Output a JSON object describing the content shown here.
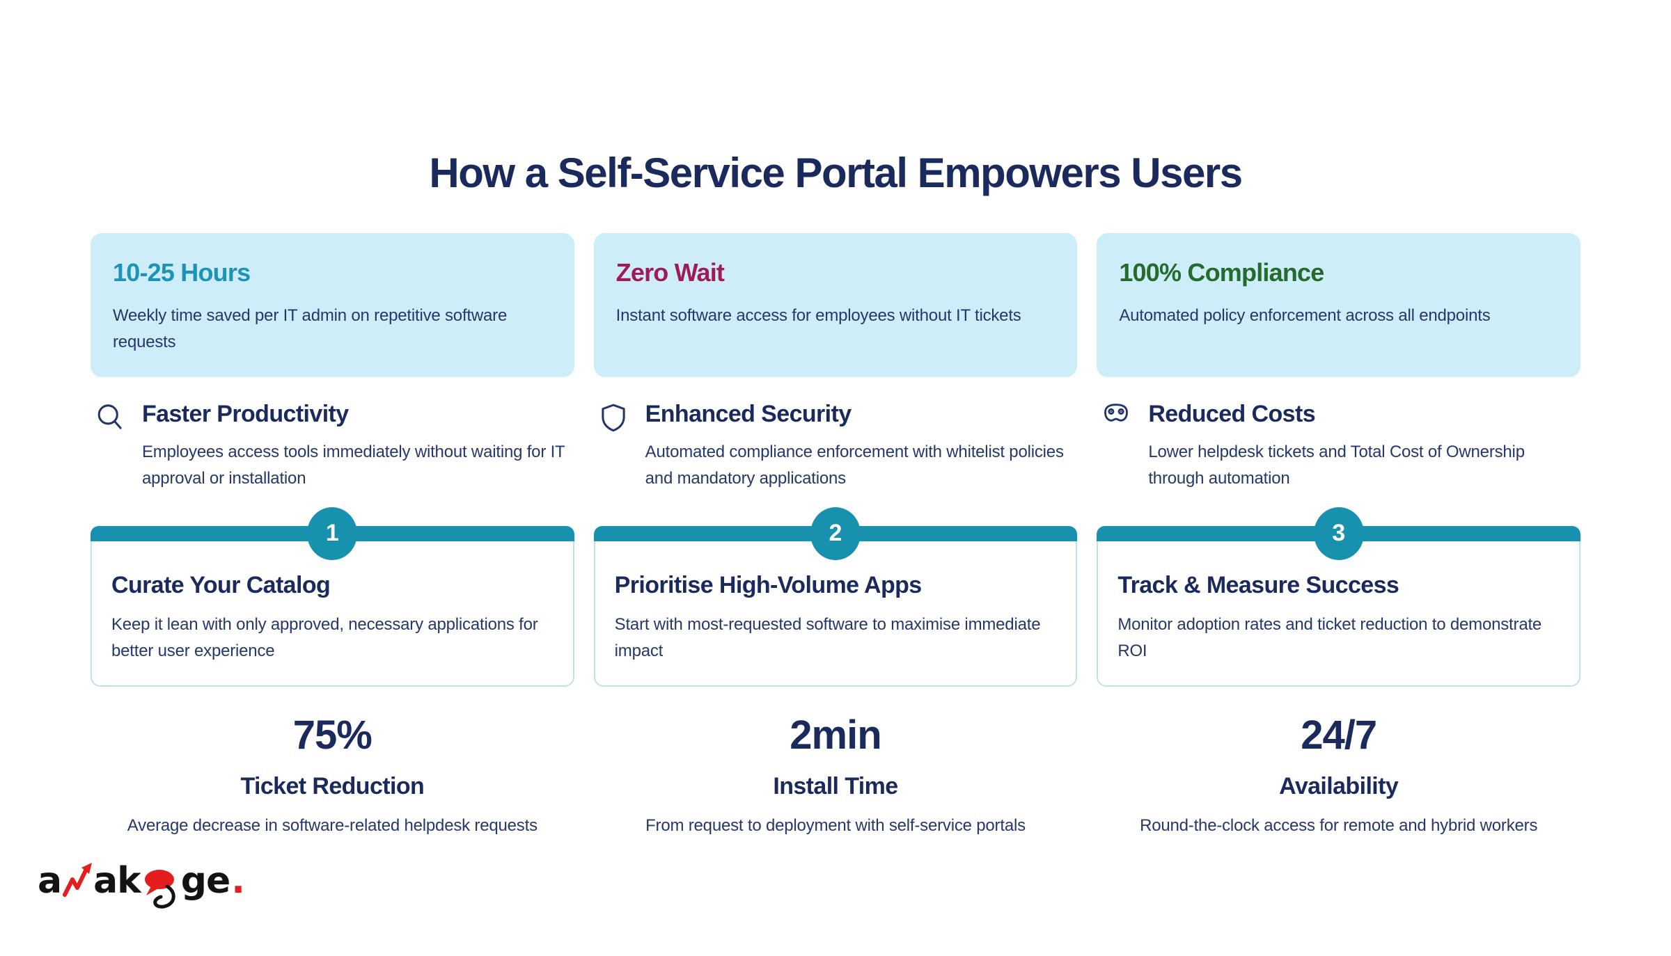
{
  "title": "How a Self-Service Portal Empowers Users",
  "stat_cards": [
    {
      "headline": "10-25 Hours",
      "description": "Weekly time saved per IT admin on repetitive software requests"
    },
    {
      "headline": "Zero Wait",
      "description": "Instant software access for employees without IT tickets"
    },
    {
      "headline": "100% Compliance",
      "description": "Automated policy enforcement across all endpoints"
    }
  ],
  "features": [
    {
      "icon": "search-icon",
      "title": "Faster Productivity",
      "description": "Employees access tools immediately without waiting for IT approval or installation"
    },
    {
      "icon": "shield-icon",
      "title": "Enhanced Security",
      "description": "Automated compliance enforcement with whitelist policies and mandatory applications"
    },
    {
      "icon": "mask-icon",
      "title": "Reduced Costs",
      "description": "Lower helpdesk tickets and Total Cost of Ownership through automation"
    }
  ],
  "steps": [
    {
      "number": "1",
      "title": "Curate Your Catalog",
      "description": "Keep it lean with only approved, necessary applications for better user experience"
    },
    {
      "number": "2",
      "title": "Prioritise High-Volume Apps",
      "description": "Start with most-requested software to maximise immediate impact"
    },
    {
      "number": "3",
      "title": "Track & Measure Success",
      "description": "Monitor adoption rates and ticket reduction to demonstrate ROI"
    }
  ],
  "metrics": [
    {
      "value": "75%",
      "label": "Ticket Reduction",
      "description": "Average decrease in software-related helpdesk requests"
    },
    {
      "value": "2min",
      "label": "Install Time",
      "description": "From request to deployment with self-service portals"
    },
    {
      "value": "24/7",
      "label": "Availability",
      "description": "Round-the-clock access for remote and hybrid workers"
    }
  ],
  "logo": {
    "text_a": "a",
    "text_ak": "ak",
    "text_ge": "ge",
    "dot": "."
  },
  "colors": {
    "accent_teal": "#1791ae",
    "stat_teal": "#1f93b5",
    "stat_crimson": "#9e1b58",
    "stat_green": "#266b2e",
    "card_background": "#cdeef8",
    "heading_navy": "#1b2a5c",
    "body_navy": "#26376b",
    "step_card_border": "#b9e3ef",
    "logo_red": "#e41e1e",
    "logo_black": "#131313"
  }
}
